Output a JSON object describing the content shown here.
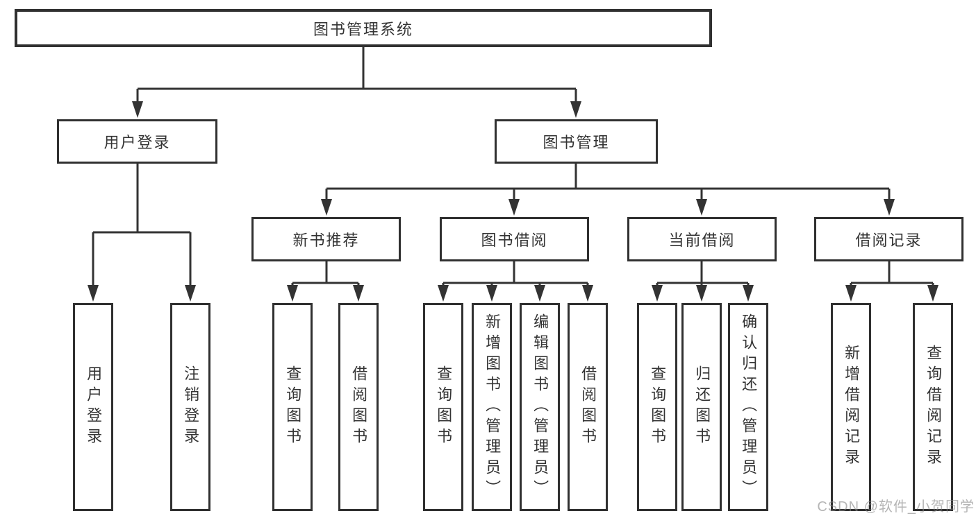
{
  "diagram": {
    "root": {
      "label": "图书管理系统"
    },
    "login": {
      "label": "用户登录",
      "children": [
        {
          "label": "用户登录"
        },
        {
          "label": "注销登录"
        }
      ]
    },
    "management": {
      "label": "图书管理",
      "sections": [
        {
          "label": "新书推荐",
          "children": [
            {
              "label": "查询图书"
            },
            {
              "label": "借阅图书"
            }
          ]
        },
        {
          "label": "图书借阅",
          "children": [
            {
              "label": "查询图书"
            },
            {
              "label": "新增图书（管理员）"
            },
            {
              "label": "编辑图书（管理员）"
            },
            {
              "label": "借阅图书"
            }
          ]
        },
        {
          "label": "当前借阅",
          "children": [
            {
              "label": "查询图书"
            },
            {
              "label": "归还图书"
            },
            {
              "label": "确认归还（管理员）"
            }
          ]
        },
        {
          "label": "借阅记录",
          "children": [
            {
              "label": "新增借阅记录"
            },
            {
              "label": "查询借阅记录"
            }
          ]
        }
      ]
    }
  },
  "watermark": {
    "text": "CSDN @软件_小贺同学"
  },
  "colors": {
    "line": "#333333",
    "box_border": "#303030",
    "box_fill": "#ffffff",
    "text": "#333333",
    "watermark": "#878787",
    "background": "#ffffff"
  }
}
